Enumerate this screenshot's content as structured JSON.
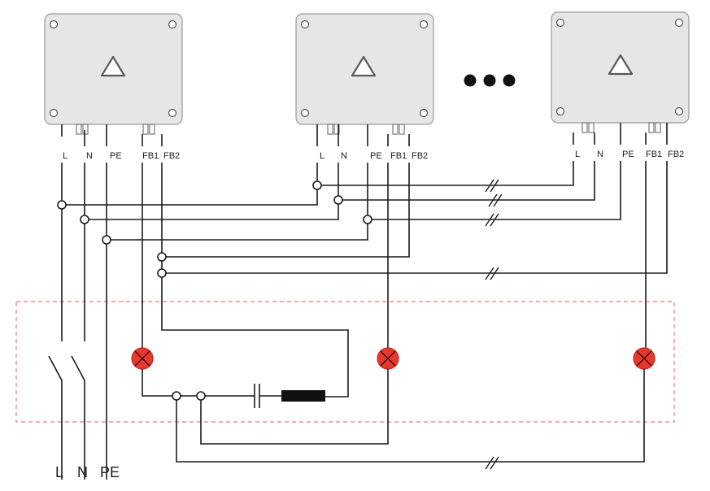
{
  "devices": [
    {
      "id": "device-1",
      "terminals": [
        "L",
        "N",
        "PE",
        "FB1",
        "FB2"
      ]
    },
    {
      "id": "device-2",
      "terminals": [
        "L",
        "N",
        "PE",
        "FB1",
        "FB2"
      ]
    },
    {
      "id": "device-3",
      "terminals": [
        "L",
        "N",
        "PE",
        "FB1",
        "FB2"
      ]
    }
  ],
  "supply_labels": {
    "l": "L",
    "n": "N",
    "pe": "PE"
  },
  "icons": {
    "device_warning": "warning-triangle-icon",
    "continuation": "ellipsis-dots-icon",
    "lamp": "indicator-lamp-icon",
    "switch": "double-pole-switch-icon",
    "contact": "contact-icon"
  },
  "colors": {
    "lamp": "#e8382d",
    "dashed_zone": "#ef8f8f",
    "device_body": "#e6e6e6"
  }
}
